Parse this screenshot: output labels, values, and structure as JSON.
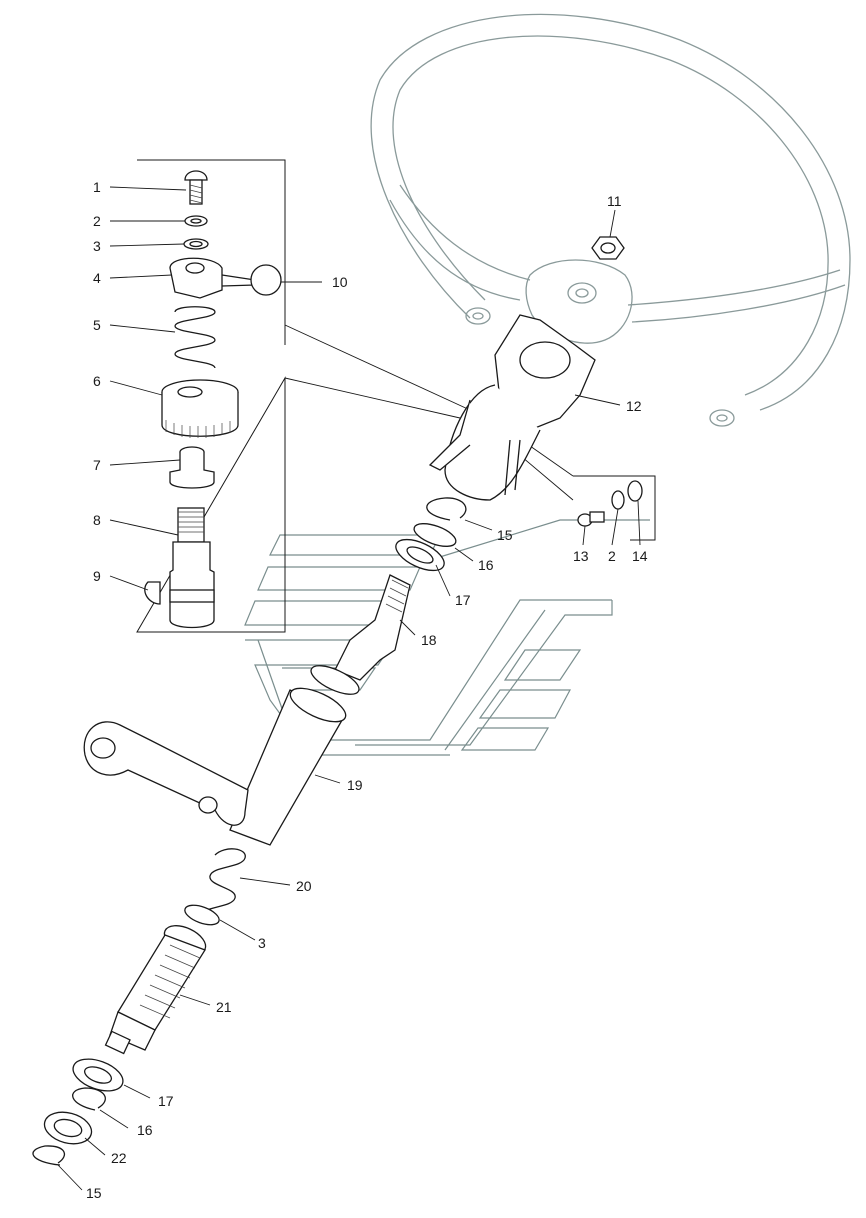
{
  "diagram": {
    "callouts": {
      "c1": "1",
      "c2a": "2",
      "c3a": "3",
      "c4": "4",
      "c5": "5",
      "c6": "6",
      "c7": "7",
      "c8": "8",
      "c9": "9",
      "c10": "10",
      "c11": "11",
      "c12": "12",
      "c13": "13",
      "c2b": "2",
      "c14": "14",
      "c15a": "15",
      "c16a": "16",
      "c17a": "17",
      "c18": "18",
      "c19": "19",
      "c20": "20",
      "c3b": "3",
      "c21": "21",
      "c17b": "17",
      "c16b": "16",
      "c22": "22",
      "c15b": "15"
    }
  }
}
